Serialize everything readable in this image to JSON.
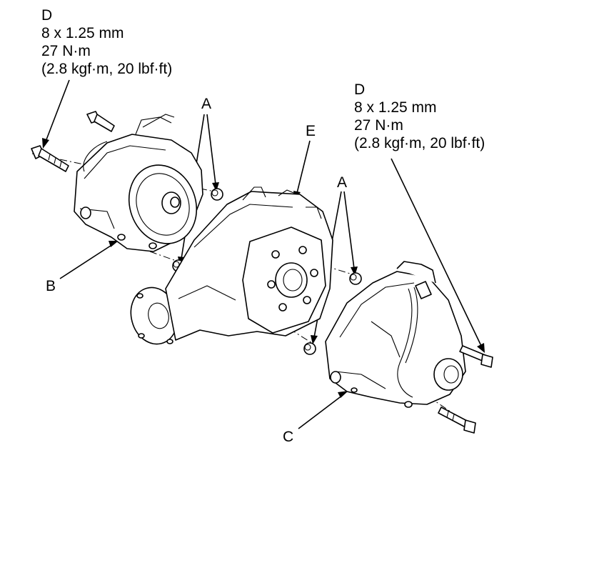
{
  "callouts": {
    "d_left": [
      "D",
      "8 x 1.25 mm",
      "27 N·m",
      "(2.8 kgf·m, 20 lbf·ft)"
    ],
    "d_right": [
      "D",
      "8 x 1.25 mm",
      "27 N·m",
      "(2.8 kgf·m, 20 lbf·ft)"
    ],
    "a_upper": "A",
    "a_lower": "A",
    "b": "B",
    "c": "C",
    "e": "E"
  }
}
